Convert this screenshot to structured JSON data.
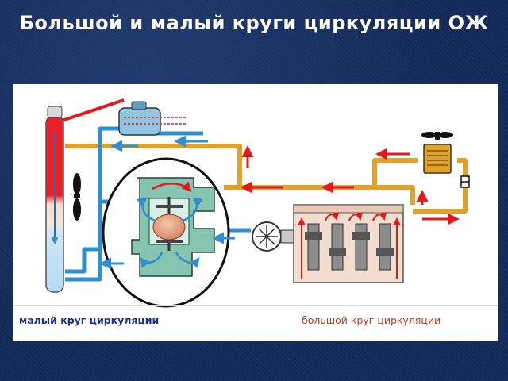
{
  "slide": {
    "title": "Большой и малый круги циркуляции ОЖ"
  },
  "legend": {
    "small_circle": "малый круг циркуляции",
    "large_circle": "большой круг циркуляции"
  },
  "colors": {
    "background": "#132a5a",
    "title": "#ffffff",
    "small_circle_flow": "#2f8fd0",
    "large_circle_flow": "#e3a227",
    "hot_arrow": "#e21a1a",
    "radiator_hot": "#e8222a",
    "radiator_cold": "#bfe0f5",
    "thermostat_body": "#86c4b2",
    "engine_block": "#f2ddd0"
  },
  "icons": [
    "radiator-icon",
    "expansion-tank-icon",
    "fan-icon",
    "thermostat-icon",
    "water-pump-icon",
    "engine-block-icon",
    "heater-core-icon",
    "valve-icon"
  ]
}
